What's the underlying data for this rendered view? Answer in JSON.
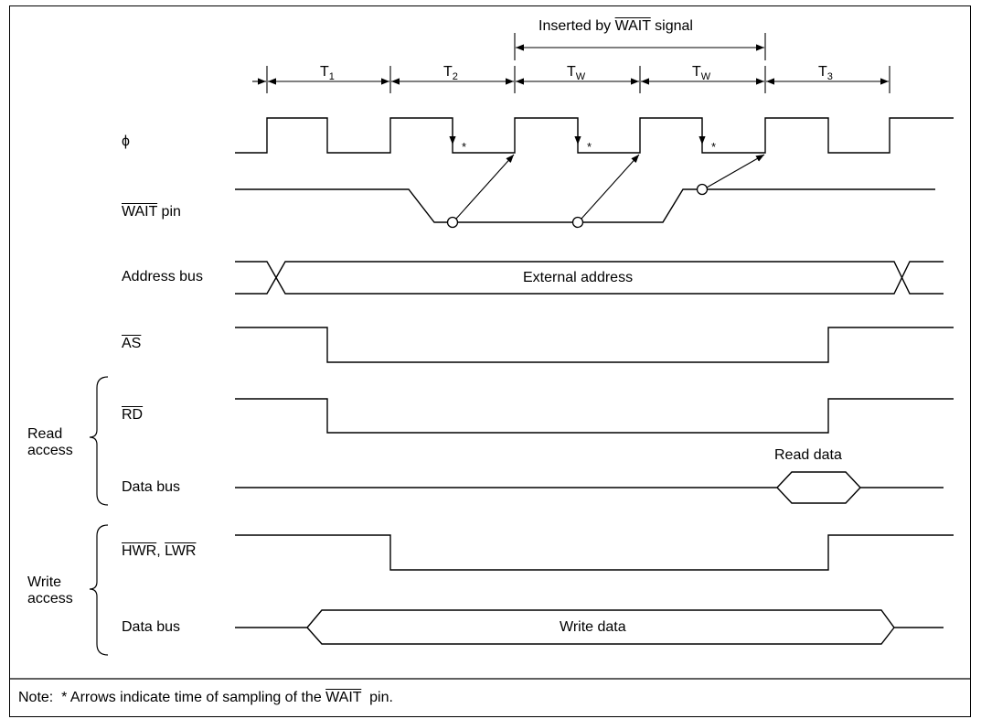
{
  "diagram": {
    "inserted_label_prefix": "Inserted by ",
    "inserted_label_bar": "WAIT",
    "inserted_label_suffix": " signal",
    "periods": [
      {
        "name": "T",
        "sub": "1"
      },
      {
        "name": "T",
        "sub": "2"
      },
      {
        "name": "T",
        "sub": "W"
      },
      {
        "name": "T",
        "sub": "W"
      },
      {
        "name": "T",
        "sub": "3"
      }
    ],
    "signals": {
      "phi": "ϕ",
      "wait_bar": "WAIT",
      "wait_suffix": " pin",
      "address_bus": "Address bus",
      "address_value": "External address",
      "as_bar": "AS",
      "rd_bar": "RD",
      "read_data_bus": "Data bus",
      "read_data_value": "Read data",
      "hwr_bar": "HWR",
      "comma": ", ",
      "lwr_bar": "LWR",
      "write_data_bus": "Data bus",
      "write_data_value": "Write data"
    },
    "groups": {
      "read_line1": "Read",
      "read_line2": "access",
      "write_line1": "Write",
      "write_line2": "access"
    },
    "sample_marker": "*",
    "note": {
      "prefix": "Note:  * Arrows indicate time of sampling of the ",
      "bar": "WAIT",
      "suffix": "  pin."
    }
  }
}
